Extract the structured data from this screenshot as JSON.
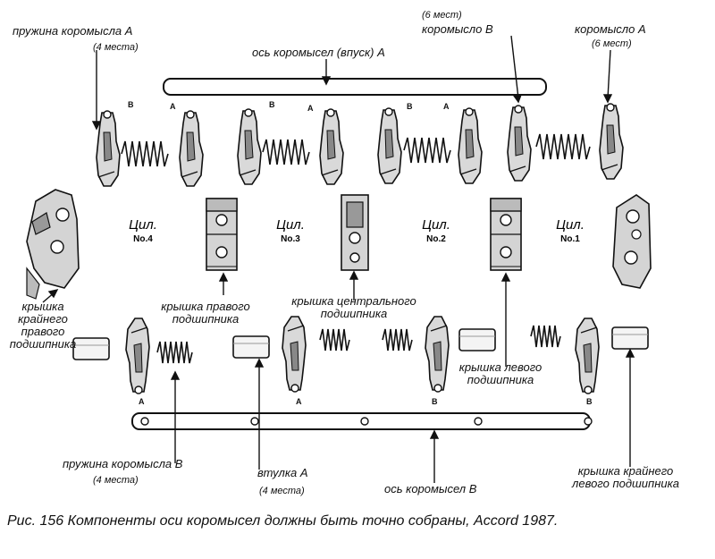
{
  "labels": {
    "spring_a": "пружина коромысла А",
    "spring_a_count": "(4 места)",
    "axle_intake": "ось коромысел (впуск) А",
    "arm_b_count": "(6 мест)",
    "arm_b": "коромысло В",
    "arm_a": "коромысло А",
    "arm_a_count": "(6 мест)",
    "cap_far_right": "крышка крайнего правого подшипника",
    "cap_right": "крышка правого подшипника",
    "cap_center": "крышка центрального подшипника",
    "cap_left": "крышка левого подшипника",
    "spring_b": "пружина коромысла В",
    "spring_b_count": "(4 места)",
    "bushing_a": "втулка А",
    "bushing_a_count": "(4 места)",
    "axle_b": "ось коромысел В",
    "cap_far_left": "крышка крайнего левого подшипника"
  },
  "cylinders": [
    {
      "title": "Цил.",
      "number": "No.4"
    },
    {
      "title": "Цил.",
      "number": "No.3"
    },
    {
      "title": "Цил.",
      "number": "No.2"
    },
    {
      "title": "Цил.",
      "number": "No.1"
    }
  ],
  "marks": {
    "top": [
      "B",
      "A",
      "B",
      "A",
      "B",
      "A"
    ],
    "bottom": [
      "A",
      "A",
      "B",
      "B"
    ]
  },
  "caption": "Рис. 156 Компоненты оси коромысел должны быть точно собраны, Accord 1987."
}
